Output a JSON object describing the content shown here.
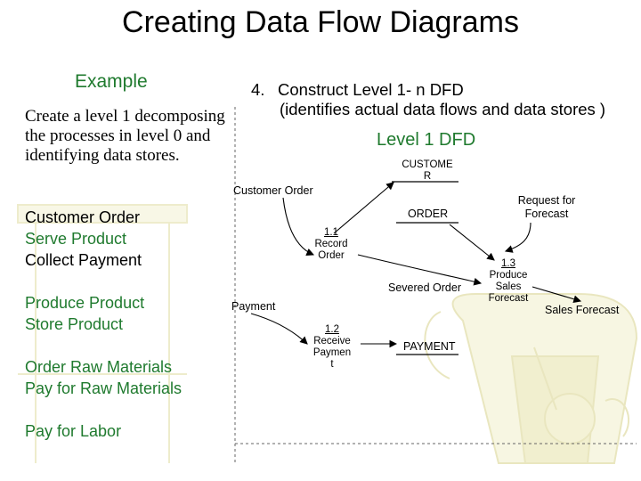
{
  "title": "Creating Data Flow Diagrams",
  "example_label": "Example",
  "instruction": "Create a level 1 decomposing the processes in level 0 and identifying data stores.",
  "step": {
    "number": "4.",
    "line1": "Construct Level 1- n DFD",
    "line2": "(identifies actual data flows and data stores )"
  },
  "level_heading": "Level 1 DFD",
  "event_groups": [
    [
      "Customer Order",
      "Serve Product",
      "Collect Payment"
    ],
    [
      "Produce Product",
      "Store Product"
    ],
    [
      "Order Raw Materials",
      "Pay for Raw Materials"
    ],
    [
      "Pay for Labor"
    ]
  ],
  "diagram": {
    "stores": {
      "customer_line1": "CUSTOME",
      "customer_line2": "R",
      "order": "ORDER",
      "payment": "PAYMENT"
    },
    "processes": {
      "p1_id": "1.1",
      "p1_line1": "Record",
      "p1_line2": "Order",
      "p2_id": "1.2",
      "p2_line1": "Receive",
      "p2_line2": "Paymen",
      "p2_line3": "t",
      "p3_id": "1.3",
      "p3_line1": "Produce",
      "p3_line2": "Sales",
      "p3_line3": "Forecast"
    },
    "flows": {
      "customer_order": "Customer Order",
      "request_line1": "Request for",
      "request_line2": "Forecast",
      "severed_order": "Severed Order",
      "payment": "Payment",
      "sales_forecast": "Sales Forecast"
    }
  }
}
